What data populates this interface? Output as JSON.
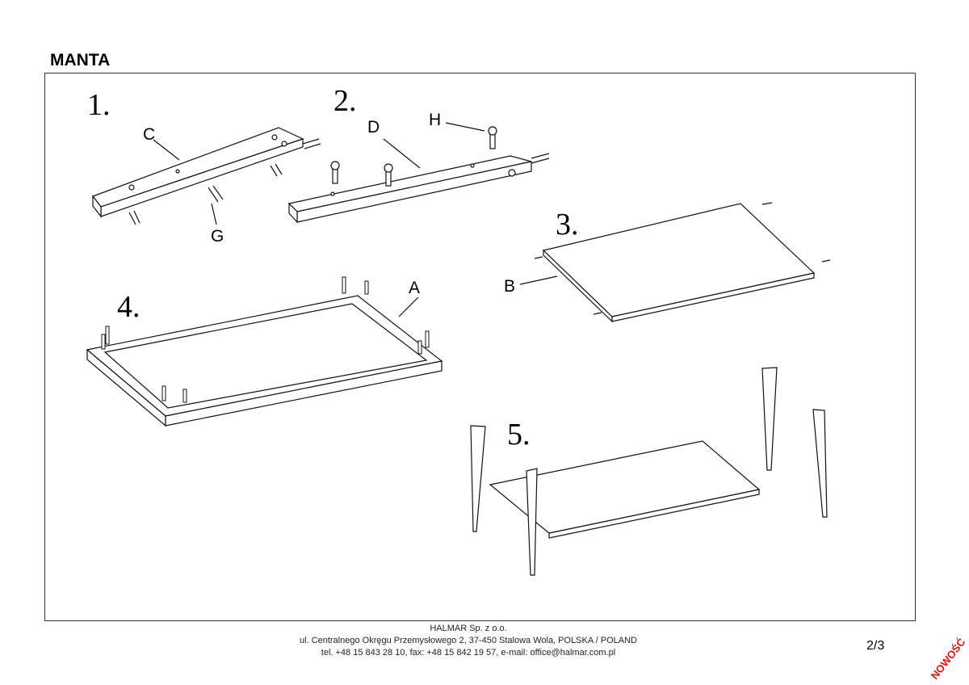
{
  "header": {
    "title": "MANTA"
  },
  "steps": [
    "1.",
    "2.",
    "3.",
    "4.",
    "5."
  ],
  "parts": {
    "A": "A",
    "B": "B",
    "C": "C",
    "D": "D",
    "G": "G",
    "H": "H"
  },
  "footer": {
    "company": "HALMAR Sp. z o.o.",
    "address": "ul. Centralnego Okręgu Przemysłowego 2, 37-450 Stalowa Wola, POLSKA / POLAND",
    "contact": "tel. +48 15 843 28 10, fax: +48 15 842 19 57, e-mail: office@halmar.com.pl",
    "page": "2/3"
  },
  "stamp": "NOWOŚĆ",
  "colors": {
    "stamp": "#e01010"
  }
}
